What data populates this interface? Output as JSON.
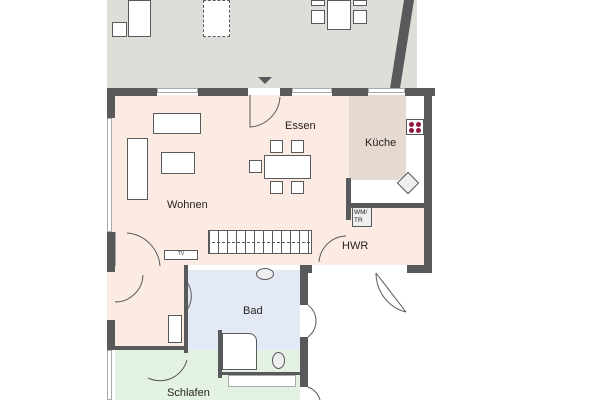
{
  "floorplan": {
    "rooms": {
      "wohnen": {
        "label": "Wohnen",
        "color": "#fcebe3"
      },
      "essen": {
        "label": "Essen",
        "color": "#fcebe3"
      },
      "kueche": {
        "label": "Küche",
        "color": "#e6d9d0"
      },
      "hwr": {
        "label": "HWR",
        "color": "#fcebe3"
      },
      "bad": {
        "label": "Bad",
        "color": "#e3e9f5"
      },
      "schlafen": {
        "label": "Schlafen",
        "color": "#e4f2e3"
      },
      "flur": {
        "label": "",
        "color": "#fcebe3"
      },
      "terrasse": {
        "label": "",
        "color": "#deddd8"
      }
    },
    "fixtures": {
      "tv_label": "TV",
      "washer_label_line1": "WM/",
      "washer_label_line2": "TR"
    },
    "colors": {
      "wall": "#58595b",
      "terrace": "#deddd8",
      "living": "#fcebe3",
      "kitchen": "#e6d9d0",
      "bath": "#e3e9f5",
      "bedroom": "#e4f2e3",
      "stove_burner": "#8b1a3a"
    }
  }
}
